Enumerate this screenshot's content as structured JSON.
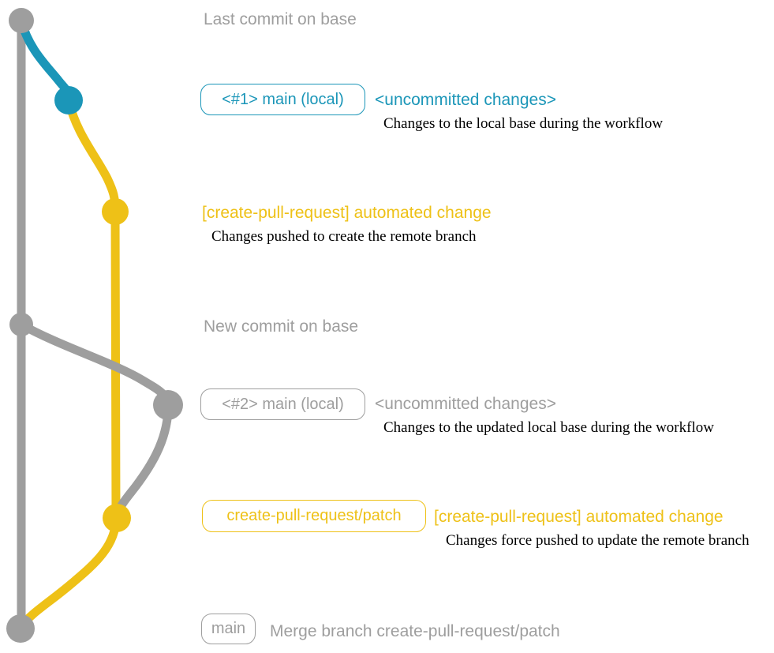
{
  "colors": {
    "gray": "#9e9e9e",
    "blue": "#1b96b8",
    "yellow": "#eec117",
    "annotation": "#000000",
    "background": "#ffffff"
  },
  "graph": {
    "commits": [
      {
        "name": "last-commit-on-base",
        "color": "gray"
      },
      {
        "name": "uncommitted-changes-1",
        "color": "blue"
      },
      {
        "name": "automated-change-1",
        "color": "yellow"
      },
      {
        "name": "new-commit-on-base",
        "color": "gray"
      },
      {
        "name": "uncommitted-changes-2",
        "color": "gray"
      },
      {
        "name": "automated-change-2",
        "color": "yellow"
      },
      {
        "name": "merge-commit",
        "color": "gray"
      }
    ]
  },
  "rows": {
    "last_commit_label": "Last commit on base",
    "row1": {
      "badge": "<#1> main (local)",
      "title": "<uncommitted changes>",
      "desc": "Changes to the local base during the workflow"
    },
    "row2": {
      "title": "[create-pull-request] automated change",
      "desc": "Changes pushed to create the remote branch"
    },
    "new_commit_label": "New commit on base",
    "row3": {
      "badge": "<#2> main (local)",
      "title": "<uncommitted changes>",
      "desc": "Changes to the updated local base during the workflow"
    },
    "row4": {
      "badge": "create-pull-request/patch",
      "title": "[create-pull-request] automated change",
      "desc": "Changes force pushed to update the remote branch"
    },
    "row5": {
      "badge": "main",
      "title": "Merge branch create-pull-request/patch"
    }
  }
}
